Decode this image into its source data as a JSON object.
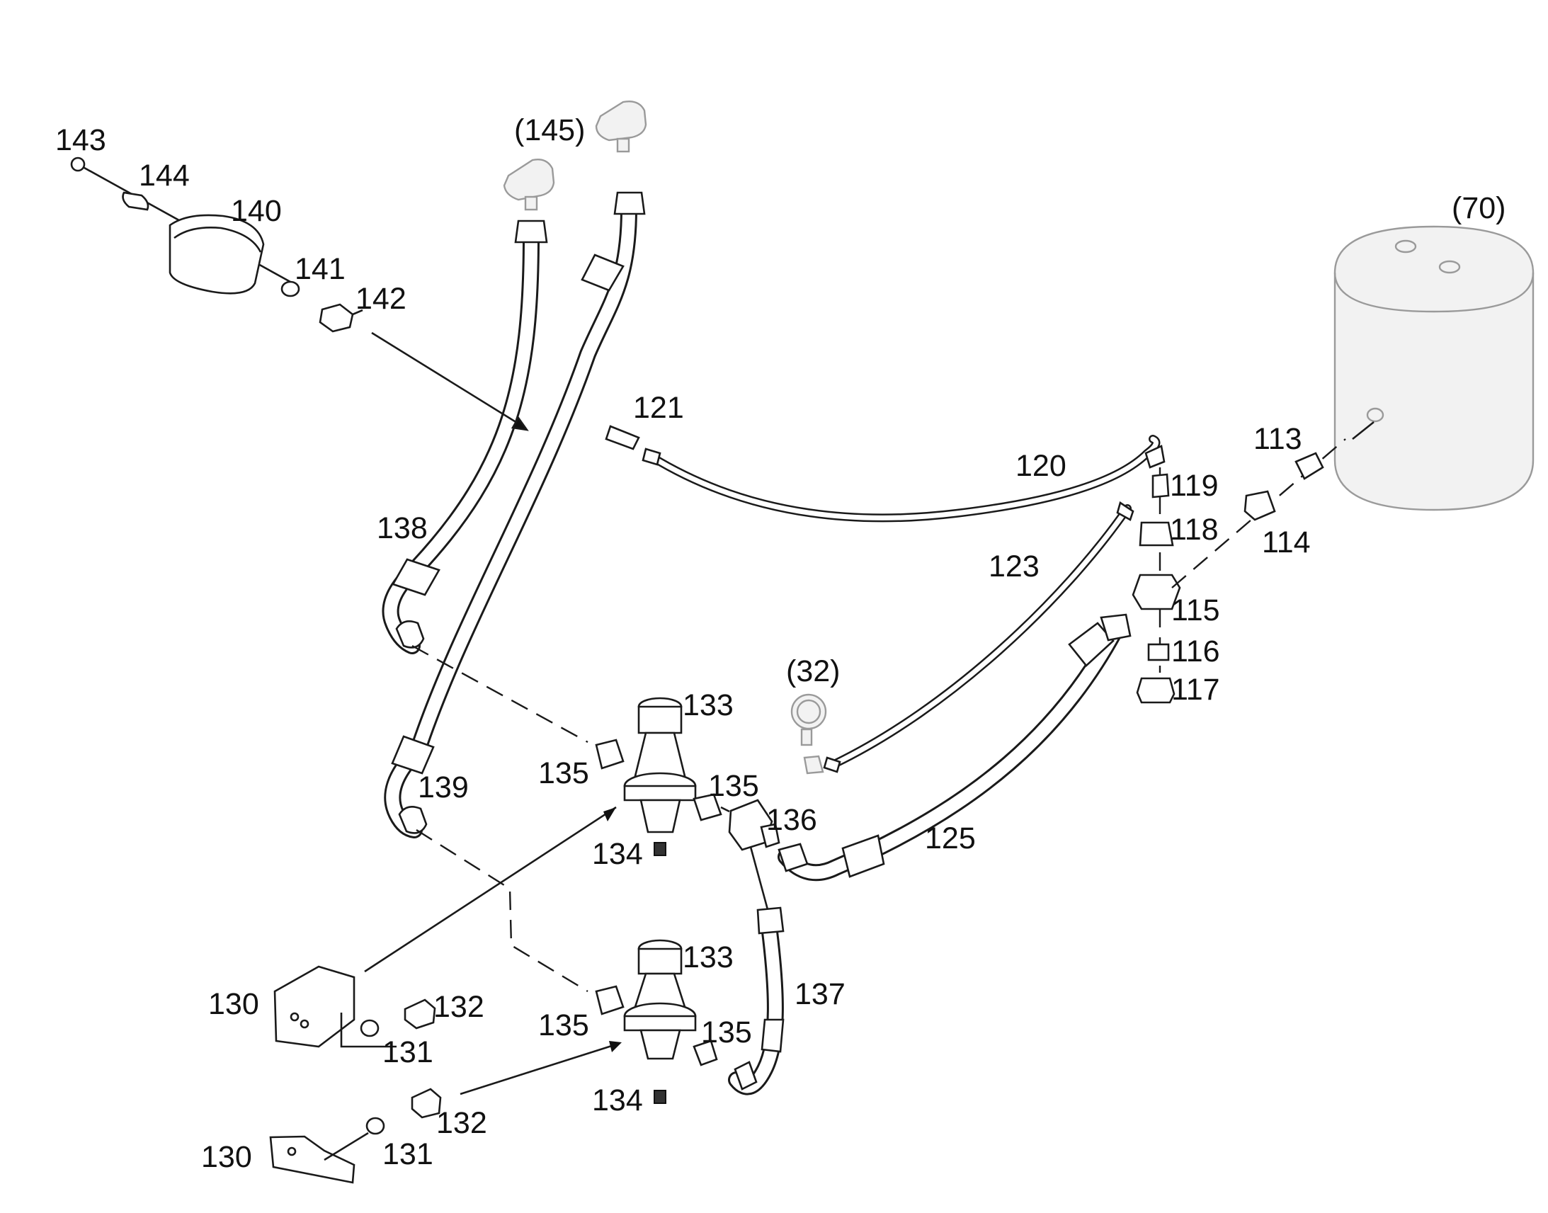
{
  "labels": {
    "p143": "143",
    "p144": "144",
    "p140": "140",
    "p141": "141",
    "p142": "142",
    "p145": "(145)",
    "p70": "(70)",
    "p121": "121",
    "p120": "120",
    "p119": "119",
    "p113": "113",
    "p118": "118",
    "p114": "114",
    "p123": "123",
    "p115": "115",
    "p116": "116",
    "p117": "117",
    "p138": "138",
    "p32": "(32)",
    "p133a": "133",
    "p135a": "135",
    "p135b": "135",
    "p139": "139",
    "p136": "136",
    "p125": "125",
    "p134a": "134",
    "p133b": "133",
    "p137": "137",
    "p130a": "130",
    "p132a": "132",
    "p135c": "135",
    "p135d": "135",
    "p131a": "131",
    "p134b": "134",
    "p132b": "132",
    "p131b": "131",
    "p130b": "130"
  }
}
